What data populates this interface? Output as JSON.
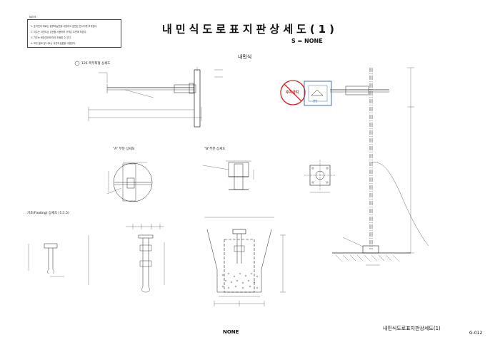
{
  "title": "내민식도로표지판상세도(1)",
  "scale": "S = NONE",
  "view_label": "내민식",
  "notes": {
    "header": "NOTE",
    "lines": [
      "1. 표지판의 재료는 알루미늄판을 사용하고 표면은 반사지를 부착한다.",
      "2. 지주는 아연도금 강관을 사용하며 규격은 도면에 따른다.",
      "3. 기초는 현장여건에 따라 조정할 수 있다.",
      "4. 모든 볼트 및 너트는 아연도금품을 사용한다."
    ]
  },
  "detail_labels": {
    "bracket": "125 측부착형 상세도",
    "part_a": "\"A\" 부분 상세도",
    "part_b": "\"B\"부분 상세도",
    "foundation": "기초(Footing) 상세도 (1:1.5)"
  },
  "sign": {
    "text_parking": "주차금지",
    "text_tow": "견인"
  },
  "footer": {
    "scale": "NONE",
    "title": "내민식도로표지판상세도(1)",
    "code": "G-012"
  },
  "colors": {
    "line": "#222222",
    "prohibit_red": "#cc2222",
    "panel_blue": "#1a4fa0"
  }
}
